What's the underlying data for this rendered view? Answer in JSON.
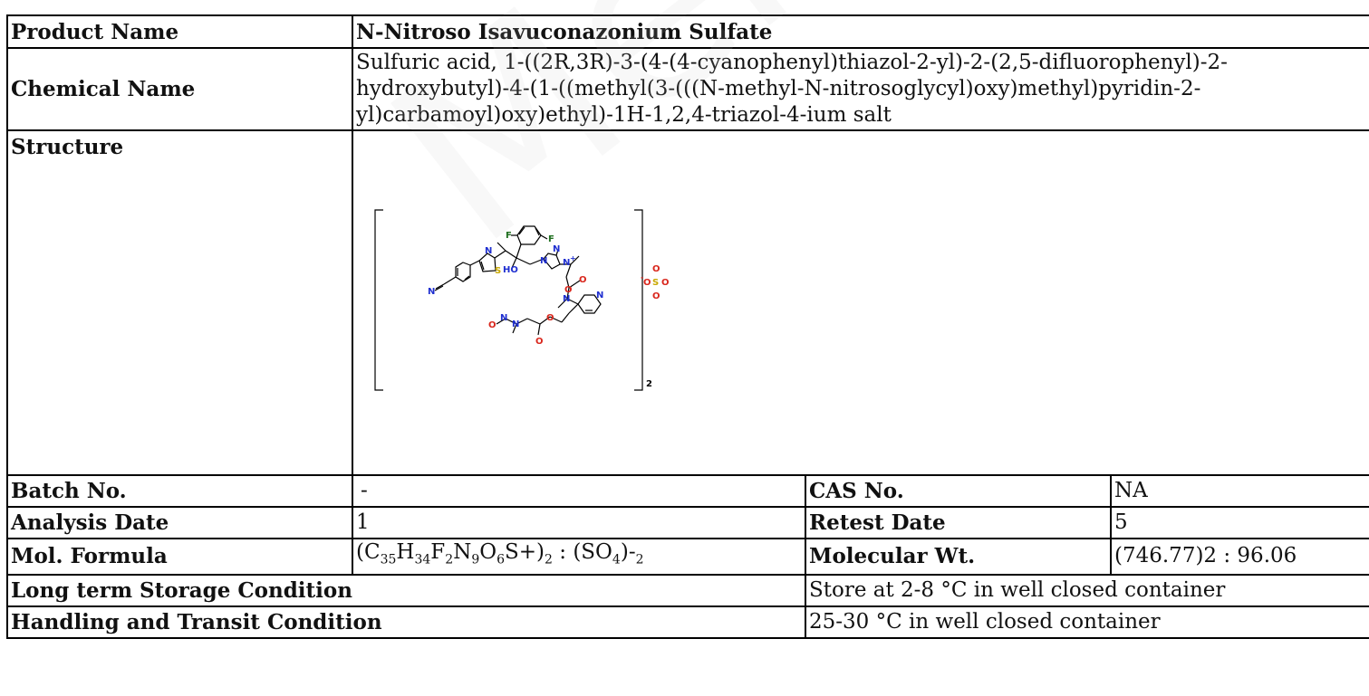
{
  "product_name": {
    "label": "Product Name",
    "value": "N-Nitroso Isavuconazonium Sulfate"
  },
  "chemical_name": {
    "label": "Chemical Name",
    "value": "Sulfuric acid, 1-((2R,3R)-3-(4-(4-cyanophenyl)thiazol-2-yl)-2-(2,5-difluorophenyl)-2-hydroxybutyl)-4-(1-((methyl(3-(((N-methyl-N-nitrosoglycyl)oxy)methyl)pyridin-2-yl)carbamoyl)oxy)ethyl)-1H-1,2,4-triazol-4-ium salt"
  },
  "structure": {
    "label": "Structure",
    "atom_labels": {
      "f1": "F",
      "f2": "F",
      "ho": "HO",
      "s_thiazole": "S",
      "n_thiazole": "N",
      "n_nitrile": "N",
      "n_triazole_1": "N",
      "n_triazole_2": "N",
      "n_triazole_plus": "N",
      "plus": "+",
      "o_carbamate_1": "O",
      "o_carbamate_2": "O",
      "n_carbamate": "N",
      "n_pyridine": "N",
      "o_ester_1": "O",
      "o_ester_2": "O",
      "n_nitroso_1": "N",
      "o_nitroso": "O",
      "n_nitroso_2": "N",
      "sulfate_o_minus_l": "O",
      "sulfate_s": "S",
      "sulfate_o_minus_r": "O",
      "sulfate_o_top": "O",
      "sulfate_o_bottom": "O",
      "minus": "-",
      "subscript": "2"
    }
  },
  "batch_no": {
    "label": "Batch No.",
    "value": "-"
  },
  "cas_no": {
    "label": "CAS No.",
    "value": "NA"
  },
  "analysis_date": {
    "label": "Analysis Date",
    "value": "1"
  },
  "retest_date": {
    "label": "Retest Date",
    "value": "5"
  },
  "mol_formula": {
    "label": "Mol. Formula",
    "p1": "(C",
    "s1": "35",
    "p2": "H",
    "s2": "34",
    "p3": "F",
    "s3": "2",
    "p4": "N",
    "s4": "9",
    "p5": "O",
    "s5": "6",
    "p6": "S+)",
    "s6": "2",
    "p7": " : (SO",
    "s7": "4",
    "p8": ")-",
    "s8": "2"
  },
  "molecular_wt": {
    "label": "Molecular Wt.",
    "value": "(746.77)2 : 96.06"
  },
  "storage": {
    "label": "Long term Storage Condition",
    "value": "Store at 2-8 °C in well closed container"
  },
  "handling": {
    "label": "Handling and Transit Condition",
    "value": "25-30 °C in well closed container"
  },
  "watermark": "Merle COA",
  "colors": {
    "nitrogen": "#1f2fd0",
    "oxygen": "#d9261c",
    "sulfur": "#c8a800",
    "fluorine": "#1f6f1f"
  }
}
